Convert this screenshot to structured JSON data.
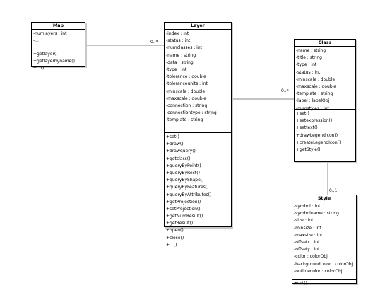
{
  "classes": {
    "map": {
      "name": "Map",
      "attributes": [
        "-numlayers : int",
        "-..."
      ],
      "operations": [
        "+getlayer()",
        "+getlayerbyname()",
        "+...()"
      ]
    },
    "layer": {
      "name": "Layer",
      "attributes": [
        "-index : int",
        "-status : int",
        "-numclasses : int",
        "-name : string",
        "-data : string",
        "-type : int",
        "-tolerance : double",
        "-toleranceunits : int",
        "-minscale : double",
        "-maxscale : double",
        "-connection : string",
        "-connectiontype : string",
        "-template : string"
      ],
      "operations": [
        "+set()",
        "+draw()",
        "+drawquery()",
        "+getclass()",
        "+queryByPoint()",
        "+queryByRect()",
        "+queryByShape()",
        "+queryByFeatures()",
        "+queryByAttributes()",
        "+getProjection()",
        "+setProjection()",
        "+getNumResult()",
        "+getResult()",
        "+open()",
        "+close()",
        "+...()"
      ]
    },
    "class": {
      "name": "Class",
      "attributes": [
        "-name : string",
        "-title : string",
        "-type : int",
        "-status : int",
        "-minscale : double",
        "-maxscale : double",
        "-template : string",
        "-label : labelObj",
        "-numstyles : int"
      ],
      "operations": [
        "+set()",
        "+setexpression()",
        "+settext()",
        "+drawLegendIcon()",
        "+createLegendIcon()",
        "+getStyle()"
      ]
    },
    "style": {
      "name": "Style",
      "attributes": [
        "-symbol : int",
        "-symbolname : string",
        "-size : int",
        "-minsize : int",
        "-maxsize : int",
        "-offsetx : int",
        "-offsety : int",
        "-color : colorObj",
        "-backgroundcolor : colorObj",
        "-outlinecolor : colorObj"
      ],
      "operations": [
        "+set()"
      ]
    }
  },
  "associations": {
    "map_layer": "0..*",
    "layer_class": "0..*",
    "class_style": "0..1"
  },
  "colors": {
    "line": "#000000",
    "connector": "#888888",
    "shadow": "#c8c8c8"
  }
}
